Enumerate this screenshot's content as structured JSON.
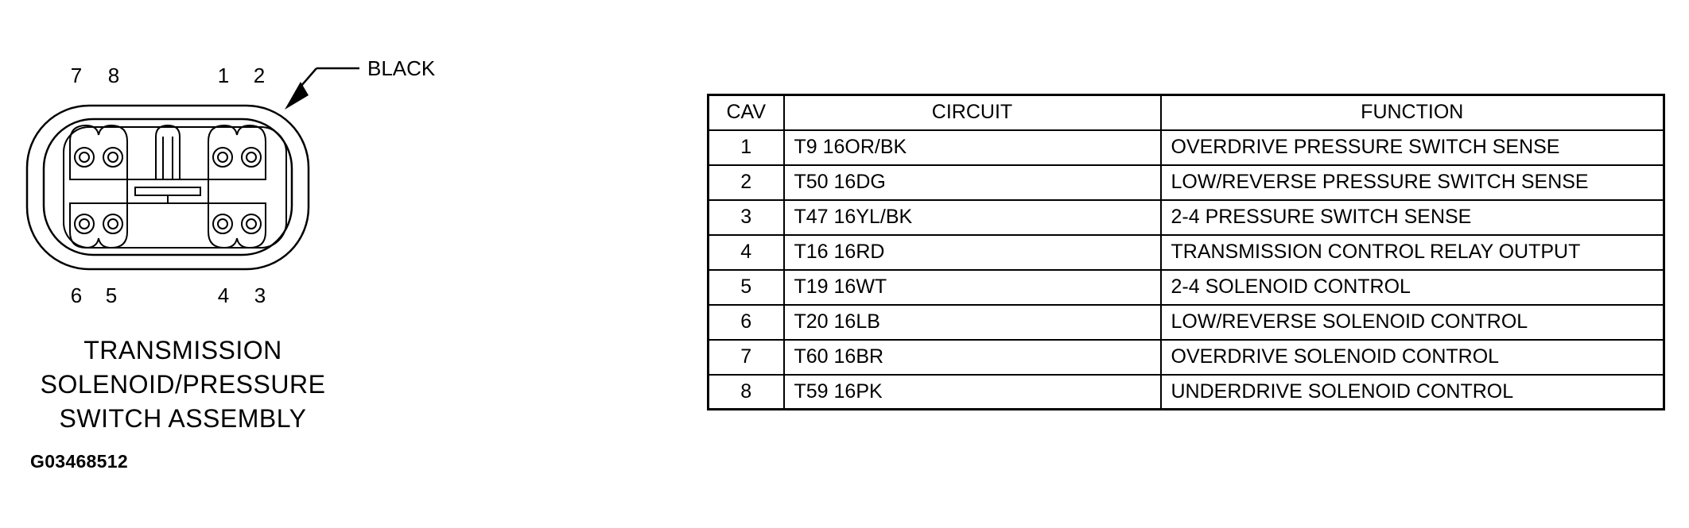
{
  "connector": {
    "pins_top": [
      "7",
      "8",
      "1",
      "2"
    ],
    "pins_bottom": [
      "6",
      "5",
      "4",
      "3"
    ],
    "color_label": "BLACK",
    "caption": [
      "TRANSMISSION",
      "SOLENOID/PRESSURE",
      "SWITCH ASSEMBLY"
    ]
  },
  "figure_id": "G03468512",
  "table": {
    "headers": [
      "CAV",
      "CIRCUIT",
      "FUNCTION"
    ],
    "rows": [
      {
        "cav": "1",
        "circuit": "T9 16OR/BK",
        "function": "OVERDRIVE PRESSURE SWITCH SENSE"
      },
      {
        "cav": "2",
        "circuit": "T50 16DG",
        "function": "LOW/REVERSE PRESSURE SWITCH SENSE"
      },
      {
        "cav": "3",
        "circuit": "T47 16YL/BK",
        "function": "2-4 PRESSURE SWITCH SENSE"
      },
      {
        "cav": "4",
        "circuit": "T16 16RD",
        "function": "TRANSMISSION CONTROL RELAY OUTPUT"
      },
      {
        "cav": "5",
        "circuit": "T19 16WT",
        "function": "2-4 SOLENOID CONTROL"
      },
      {
        "cav": "6",
        "circuit": "T20 16LB",
        "function": "LOW/REVERSE SOLENOID CONTROL"
      },
      {
        "cav": "7",
        "circuit": "T60 16BR",
        "function": "OVERDRIVE SOLENOID CONTROL"
      },
      {
        "cav": "8",
        "circuit": "T59 16PK",
        "function": "UNDERDRIVE SOLENOID CONTROL"
      }
    ]
  }
}
